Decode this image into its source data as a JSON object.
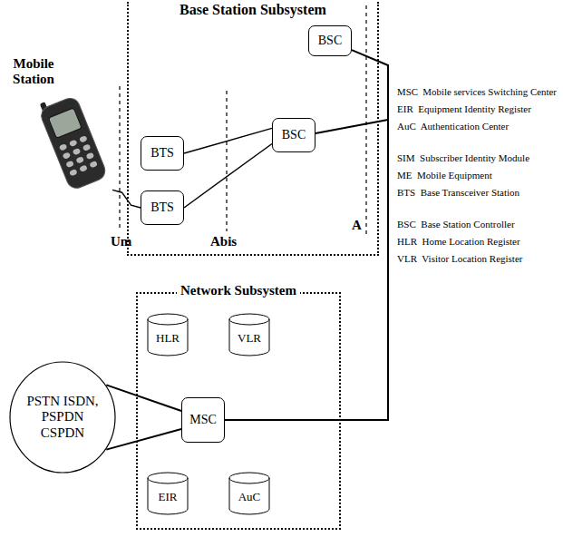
{
  "diagram": {
    "title": "Base Station Subsystem",
    "nodes": [
      {
        "text": [
          "Base Station Subsystem"
        ]
      },
      {
        "text": [
          "BSC"
        ],
        "in": 0
      },
      {
        "text": [
          "Mobile Station"
        ]
      },
      {
        "text": [
          "BTS"
        ],
        "in": 0
      },
      {
        "text": [
          "BSC"
        ],
        "in": 0
      },
      {
        "text": [
          "BTS"
        ],
        "in": 0
      },
      {
        "text": [
          "Network Subsystem"
        ]
      },
      {
        "text": [
          "HLR"
        ],
        "in": 6
      },
      {
        "text": [
          "VLR"
        ],
        "in": 6
      },
      {
        "text": [
          "PSTN ISDN, PSPDN CSPDN"
        ]
      },
      {
        "text": [
          "MSC"
        ],
        "in": 6
      },
      {
        "text": [
          "EIR"
        ],
        "in": 6
      },
      {
        "text": [
          "AuC"
        ],
        "in": 6
      }
    ],
    "edges": [
      {
        "from": 3,
        "to": 4,
        "arrow": "none"
      },
      {
        "from": 5,
        "to": 4,
        "arrow": "none"
      },
      {
        "from": 2,
        "to": 5,
        "arrow": "none"
      },
      {
        "from": 1,
        "to": 10,
        "arrow": "none"
      },
      {
        "from": 4,
        "to": 10,
        "arrow": "none"
      },
      {
        "from": 9,
        "to": 10,
        "arrow": "none"
      },
      {
        "from": 9,
        "to": 10,
        "arrow": "none"
      }
    ],
    "labels": [
      "Um",
      "Abis",
      "A",
      "MSC  Mobile services Switching Center",
      "EIR  Equipment Identity Register",
      "AuC  Authentication Center",
      "SIM  Subscriber Identity Module",
      "ME  Mobile Equipment",
      "BTS  Base Transceiver Station",
      "BSC  Base Station Controller",
      "HLR  Home Location Register",
      "VLR  Visitor Location Register"
    ]
  }
}
